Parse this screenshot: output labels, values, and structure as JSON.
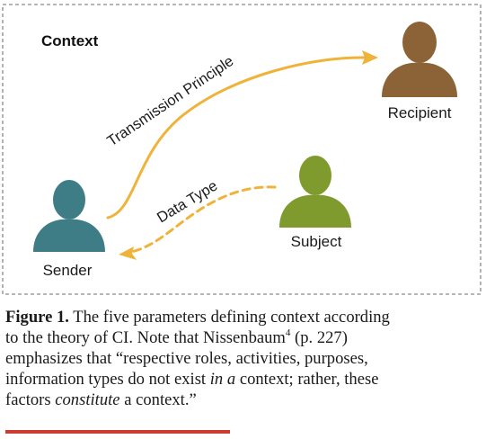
{
  "diagram": {
    "context_label": "Context",
    "transmission_label": "Transmission Principle",
    "data_type_label": "Data Type",
    "actors": {
      "sender": "Sender",
      "recipient": "Recipient",
      "subject": "Subject"
    },
    "colors": {
      "sender": "#3e7d86",
      "recipient": "#8c6336",
      "subject": "#7f9a2d",
      "arrow": "#f0b33a",
      "frame": "#8a8a8a"
    }
  },
  "caption": {
    "figure_label": "Figure 1.",
    "line1_rest": " The five parameters defining context according",
    "line2_a": "to the theory of CI. Note that Nissenbaum",
    "line2_sup": "4",
    "line2_b": " (p. 227)",
    "line3": "emphasizes that “respective roles, activities, purposes,",
    "line4_a": "information types do not exist ",
    "line4_italic": "in a",
    "line4_b": " context; rather, these",
    "line5_a": "factors ",
    "line5_italic": "constitute",
    "line5_b": " a context.”"
  }
}
